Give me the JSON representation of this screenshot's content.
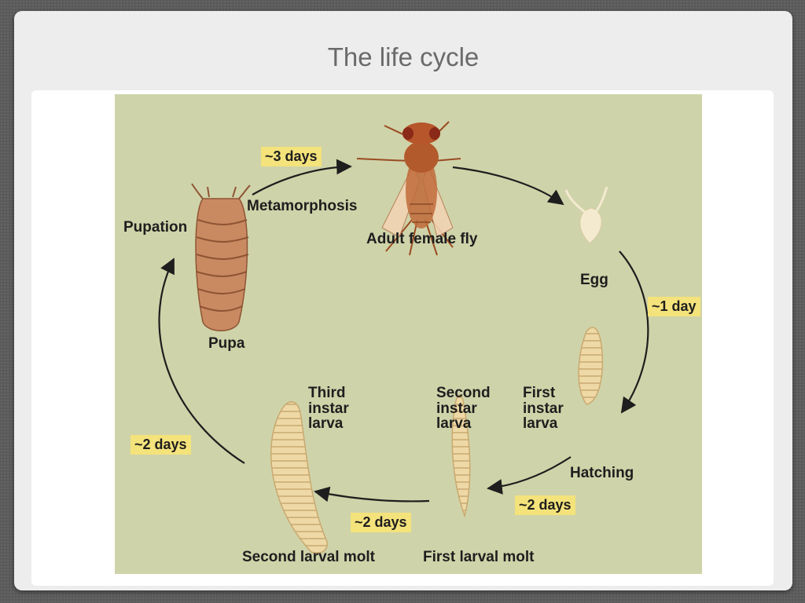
{
  "slide": {
    "title": "The life cycle"
  },
  "diagram": {
    "stages": {
      "adult": "Adult female fly",
      "egg": "Egg",
      "first_instar": "First\ninstar\nlarva",
      "second_instar": "Second\ninstar\nlarva",
      "third_instar": "Third\ninstar\nlarva",
      "pupa": "Pupa"
    },
    "events": {
      "metamorphosis": "Metamorphosis",
      "pupation": "Pupation",
      "hatching": "Hatching",
      "first_molt": "First larval molt",
      "second_molt": "Second larval molt"
    },
    "durations": {
      "metamorphosis": "~3 days",
      "egg_to_hatch": "~1 day",
      "first_instar": "~2 days",
      "second_instar": "~2 days",
      "third_instar": "~2 days"
    },
    "colors": {
      "background": "#cfd3a9",
      "duration_tag": "#f4e27b",
      "fly_body": "#c06a3a",
      "egg": "#f3ead0",
      "larva": "#eed9a6",
      "pupa": "#c98a62"
    }
  }
}
